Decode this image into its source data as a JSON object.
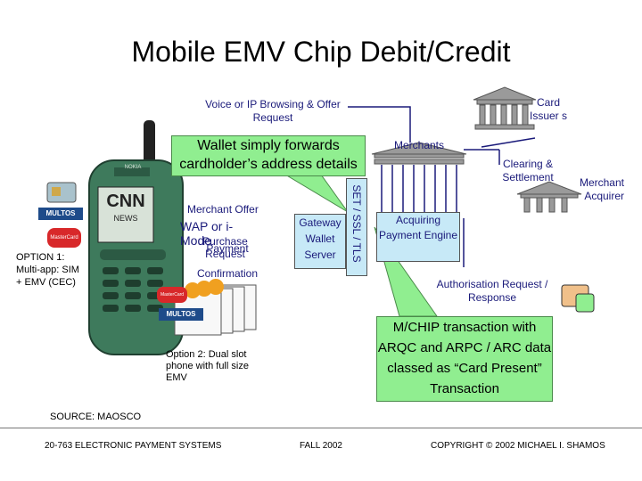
{
  "title": "Mobile EMV Chip Debit/Credit",
  "labels": {
    "voice_ip": "Voice or IP Browsing & Offer Request",
    "wallet_forwards": "Wallet simply forwards cardholder’s address details",
    "merchants": "Merchants",
    "card_issuer": "Card Issuer s",
    "clearing": "Clearing & Settlement",
    "merchant_acquirer": "Merchant Acquirer",
    "merchant_offer": "Merchant Offer",
    "wap": "WAP or i-Mode",
    "purchase_request": "Purchase Request",
    "payment": "Payment",
    "confirmation": "Confirmation",
    "gateway": "Gateway Wallet Server",
    "set_ssl": "SET / SSL / TLS",
    "acquiring": "Acquiring Payment Engine",
    "authorisation": "Authorisation Request / Response",
    "mchip": "M/CHIP transaction with ARQC and ARPC / ARC data classed as “Card Present” Transaction",
    "option1": "OPTION 1: Multi-app: SIM + EMV (CEC)",
    "option2": "Option 2: Dual slot phone with full size EMV",
    "source": "SOURCE: MAOSCO",
    "logo_multos": "MULTOS",
    "logo_mastercard": "MasterCard",
    "phone_brand": "NOKIA",
    "cnn": "CNN",
    "news": "NEWS"
  },
  "footer": {
    "course": "20-763 ELECTRONIC PAYMENT SYSTEMS",
    "term": "FALL 2002",
    "copyright": "COPYRIGHT © 2002 MICHAEL I. SHAMOS"
  },
  "colors": {
    "callout_green": "#90ee90",
    "box_blue": "#c7e9f7",
    "navy_text": "#1a1a7a",
    "phone_green": "#3e7a5c"
  }
}
